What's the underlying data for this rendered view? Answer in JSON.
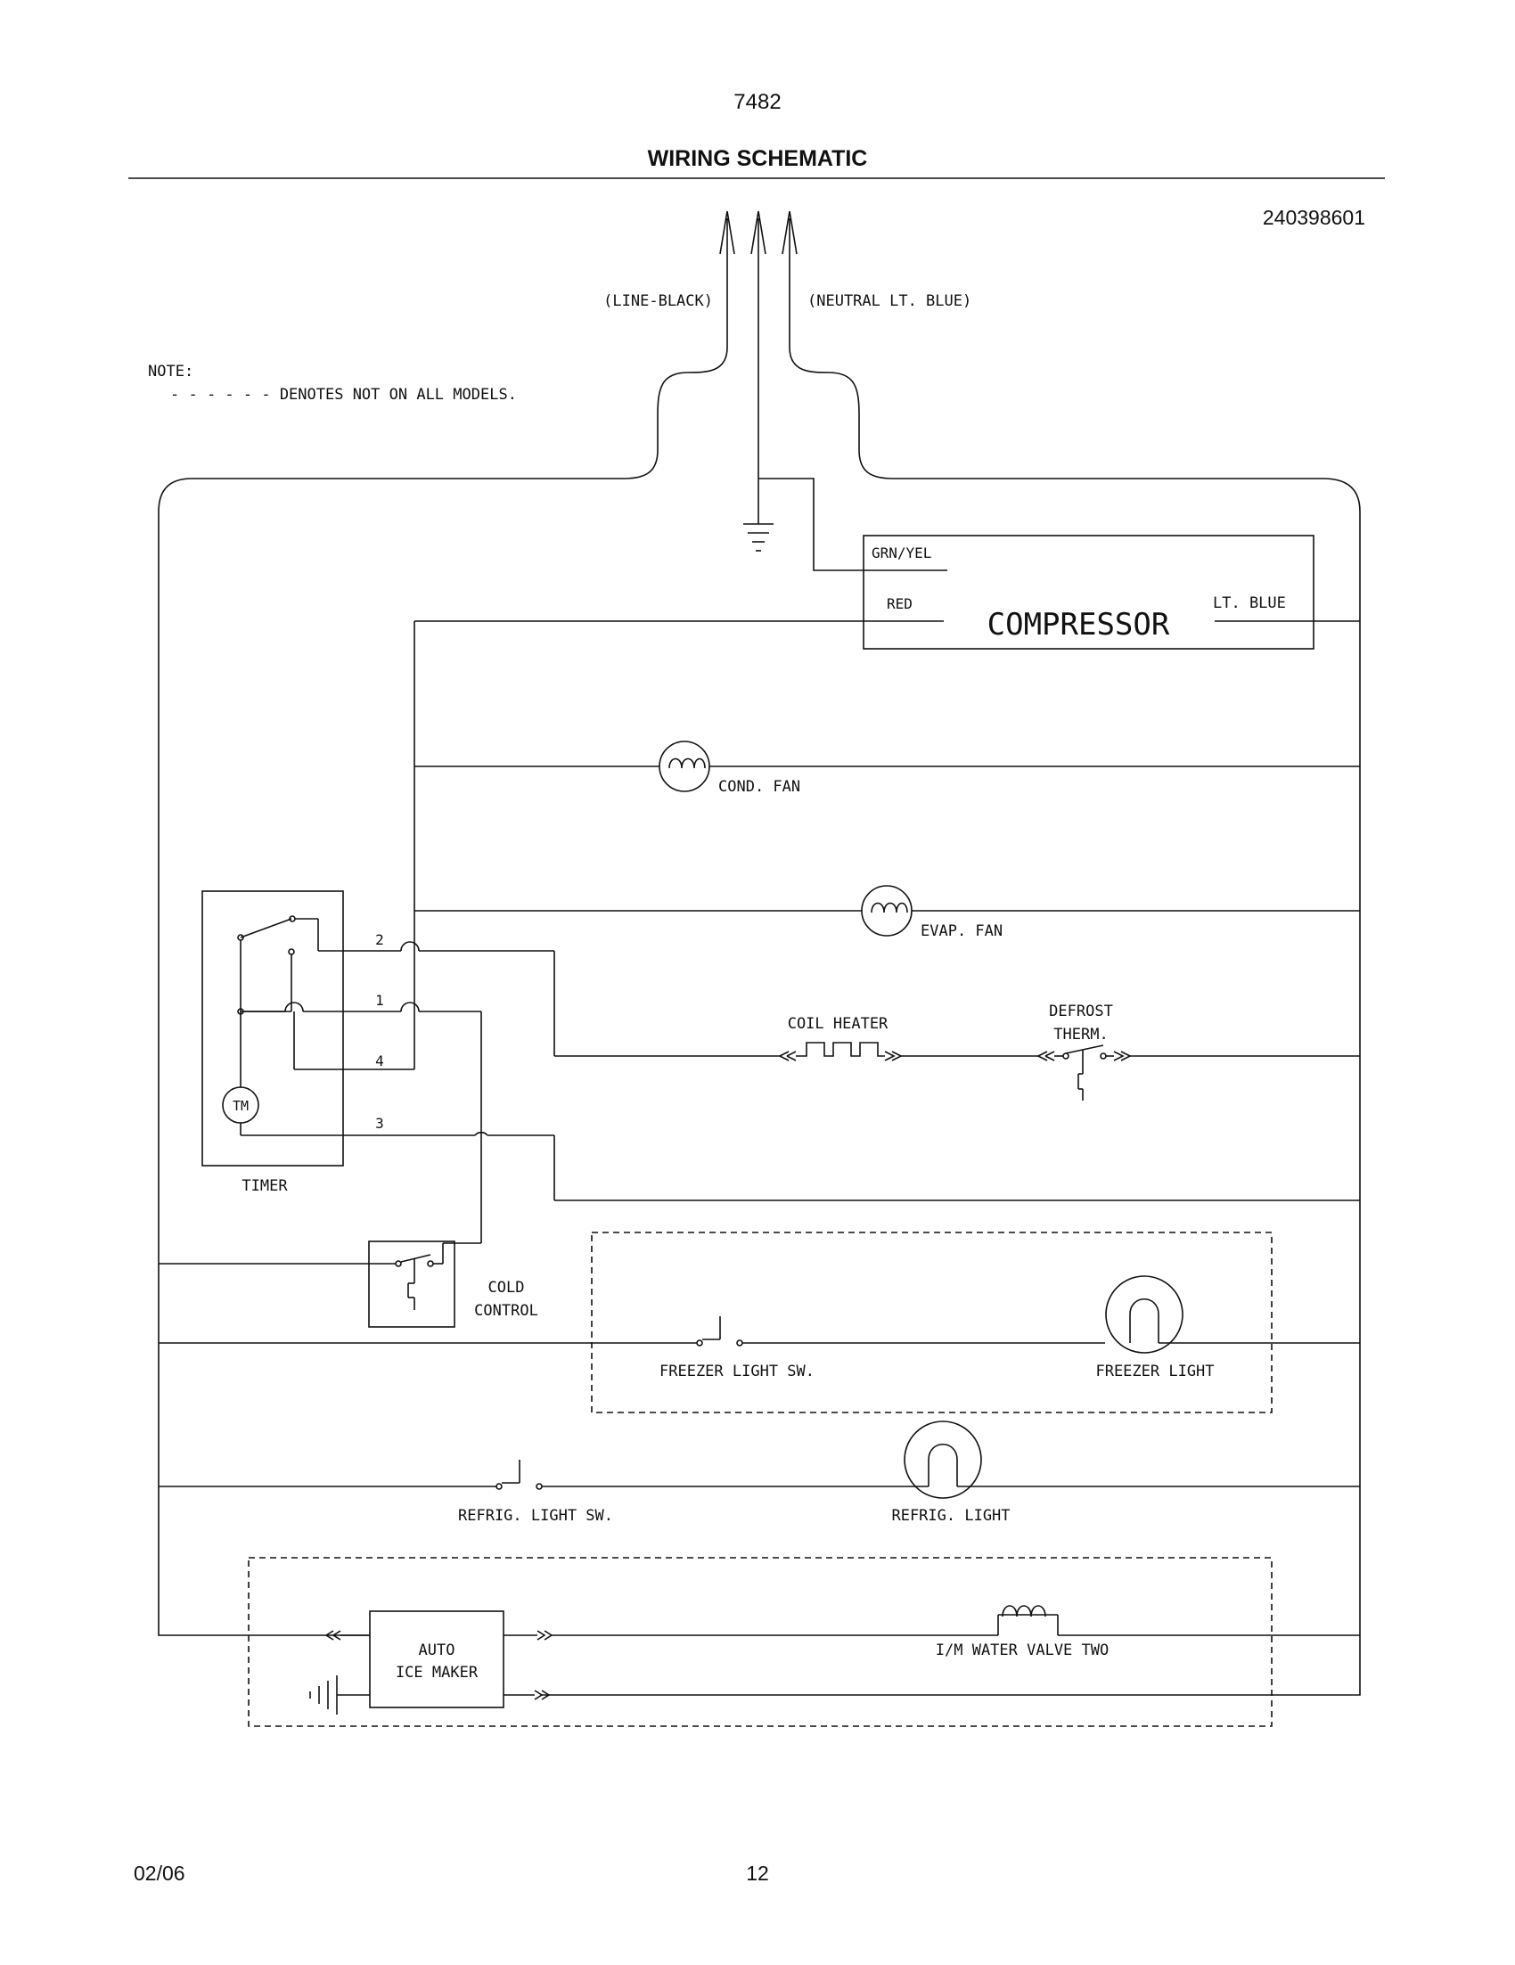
{
  "header": {
    "page_code": "7482",
    "title": "WIRING SCHEMATIC",
    "part_number": "240398601"
  },
  "footer": {
    "date": "02/06",
    "page_number": "12"
  },
  "note": {
    "heading": "NOTE:",
    "text": "- - - - - - DENOTES NOT ON ALL MODELS."
  },
  "supply": {
    "line_label": "(LINE-BLACK)",
    "neutral_label": "(NEUTRAL LT. BLUE)"
  },
  "compressor": {
    "title": "COMPRESSOR",
    "ground_wire": "GRN/YEL",
    "left_wire": "RED",
    "right_wire": "LT. BLUE"
  },
  "components": {
    "cond_fan": "COND. FAN",
    "evap_fan": "EVAP. FAN",
    "coil_heater": "COIL HEATER",
    "defrost_therm_1": "DEFROST",
    "defrost_therm_2": "THERM.",
    "timer": "TIMER",
    "timer_motor": "TM",
    "cold_control_1": "COLD",
    "cold_control_2": "CONTROL",
    "freezer_light_sw": "FREEZER LIGHT SW.",
    "freezer_light": "FREEZER LIGHT",
    "refrig_light_sw": "REFRIG. LIGHT SW.",
    "refrig_light": "REFRIG. LIGHT",
    "ice_maker_1": "AUTO",
    "ice_maker_2": "ICE MAKER",
    "water_valve": "I/M WATER VALVE TWO"
  },
  "timer_terminals": {
    "t1": "1",
    "t2": "2",
    "t3": "3",
    "t4": "4"
  },
  "colors": {
    "ink": "#111111",
    "background": "#ffffff"
  }
}
